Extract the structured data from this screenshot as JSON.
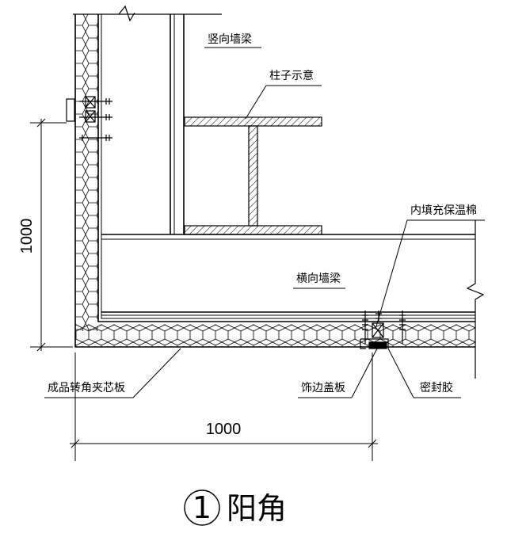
{
  "labels": {
    "vertical_beam": "竖向墙梁",
    "column": "柱子示意",
    "insulation_fill": "内填充保温棉",
    "horizontal_beam": "横向墙梁",
    "corner_panel": "成品转角夹芯板",
    "trim_cover": "饰边盖板",
    "sealant": "密封胶"
  },
  "dimensions": {
    "vertical": "1000",
    "horizontal": "1000"
  },
  "title": {
    "number": "1",
    "text": "阳角"
  }
}
